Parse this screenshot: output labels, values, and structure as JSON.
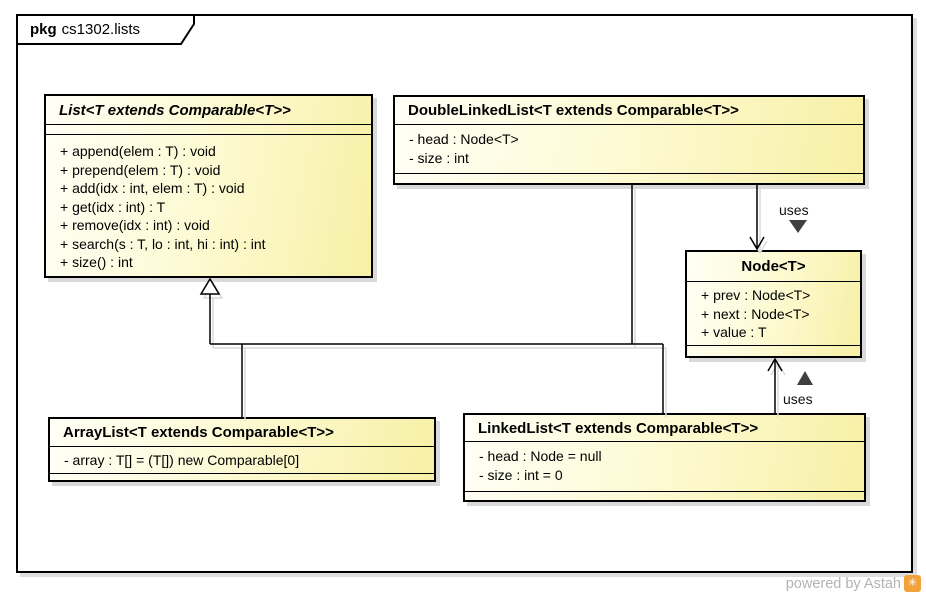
{
  "package": {
    "keyword": "pkg",
    "name": "cs1302.lists"
  },
  "classes": [
    {
      "id": "list",
      "title": "List<T extends Comparable<T>>",
      "abstract": true,
      "attributes": [],
      "methods": [
        "+ append(elem : T) : void",
        "+ prepend(elem : T) : void",
        "+ add(idx : int, elem : T) : void",
        "+ get(idx : int) : T",
        "+ remove(idx : int) : void",
        "+ search(s : T, lo : int, hi : int) : int",
        "+ size() : int"
      ]
    },
    {
      "id": "doublelinkedlist",
      "title": "DoubleLinkedList<T extends Comparable<T>>",
      "abstract": false,
      "attributes": [
        "- head : Node<T>",
        "- size : int"
      ],
      "methods": []
    },
    {
      "id": "node",
      "title": "Node<T>",
      "abstract": false,
      "attributes": [
        "+ prev : Node<T>",
        "+ next : Node<T>",
        "+ value : T"
      ],
      "methods": []
    },
    {
      "id": "arraylist",
      "title": "ArrayList<T extends Comparable<T>>",
      "abstract": false,
      "attributes": [
        "- array : T[] = (T[]) new Comparable[0]"
      ],
      "methods": []
    },
    {
      "id": "linkedlist",
      "title": "LinkedList<T extends Comparable<T>>",
      "abstract": false,
      "attributes": [
        "- head : Node = null",
        "- size : int = 0"
      ],
      "methods": []
    }
  ],
  "relationships": [
    {
      "type": "generalization",
      "from": "ArrayList",
      "to": "List",
      "label": ""
    },
    {
      "type": "generalization",
      "from": "LinkedList",
      "to": "List",
      "label": ""
    },
    {
      "type": "generalization",
      "from": "DoubleLinkedList",
      "to": "List",
      "label": ""
    },
    {
      "type": "dependency",
      "from": "DoubleLinkedList",
      "to": "Node",
      "label": "uses"
    },
    {
      "type": "dependency",
      "from": "LinkedList",
      "to": "Node",
      "label": "uses"
    }
  ],
  "watermark": {
    "text": "powered by Astah",
    "logo_glyph": "✳"
  },
  "colors": {
    "box_fill_start": "#fffff6",
    "box_fill_end": "#f7f0a6",
    "border": "#000000",
    "shadow": "#d9d9d9",
    "direction_triangle": "#3f3f3f",
    "watermark_text": "#b3b3b3",
    "astah_orange": "#f2a238"
  }
}
